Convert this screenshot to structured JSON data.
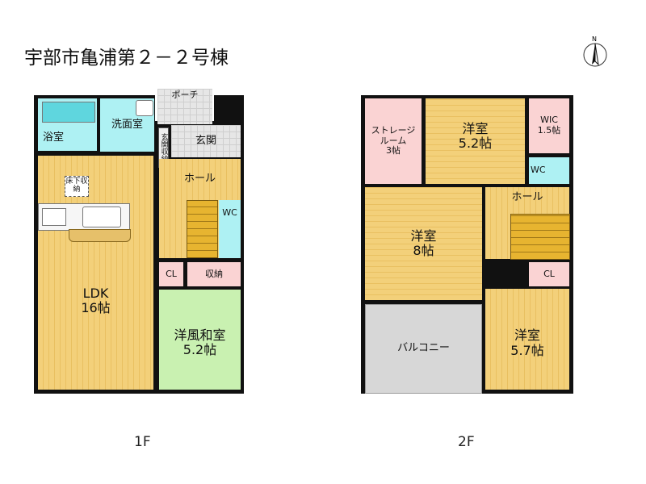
{
  "title": "宇部市亀浦第２－２号棟",
  "compass": {
    "label": "N"
  },
  "floor1": {
    "label": "1F",
    "rooms": {
      "bath": "浴室",
      "washroom": "洗面室",
      "porch": "ポーチ",
      "entrance": "玄関",
      "entrance_storage": "玄関収納",
      "underfloor_storage": "床下収納",
      "hall": "ホール",
      "wc": "WC",
      "cl": "CL",
      "storage": "収納",
      "ldk_name": "LDK",
      "ldk_size": "16帖",
      "washitsu_name": "洋風和室",
      "washitsu_size": "5.2帖"
    }
  },
  "floor2": {
    "label": "2F",
    "rooms": {
      "storage_room_line1": "ストレージ",
      "storage_room_line2": "ルーム",
      "storage_room_size": "3帖",
      "western1_name": "洋室",
      "western1_size": "5.2帖",
      "wic_name": "WIC",
      "wic_size": "1.5帖",
      "wc": "WC",
      "hall": "ホール",
      "western2_name": "洋室",
      "western2_size": "8帖",
      "cl": "CL",
      "western3_name": "洋室",
      "western3_size": "5.7帖",
      "balcony": "バルコニー"
    }
  }
}
